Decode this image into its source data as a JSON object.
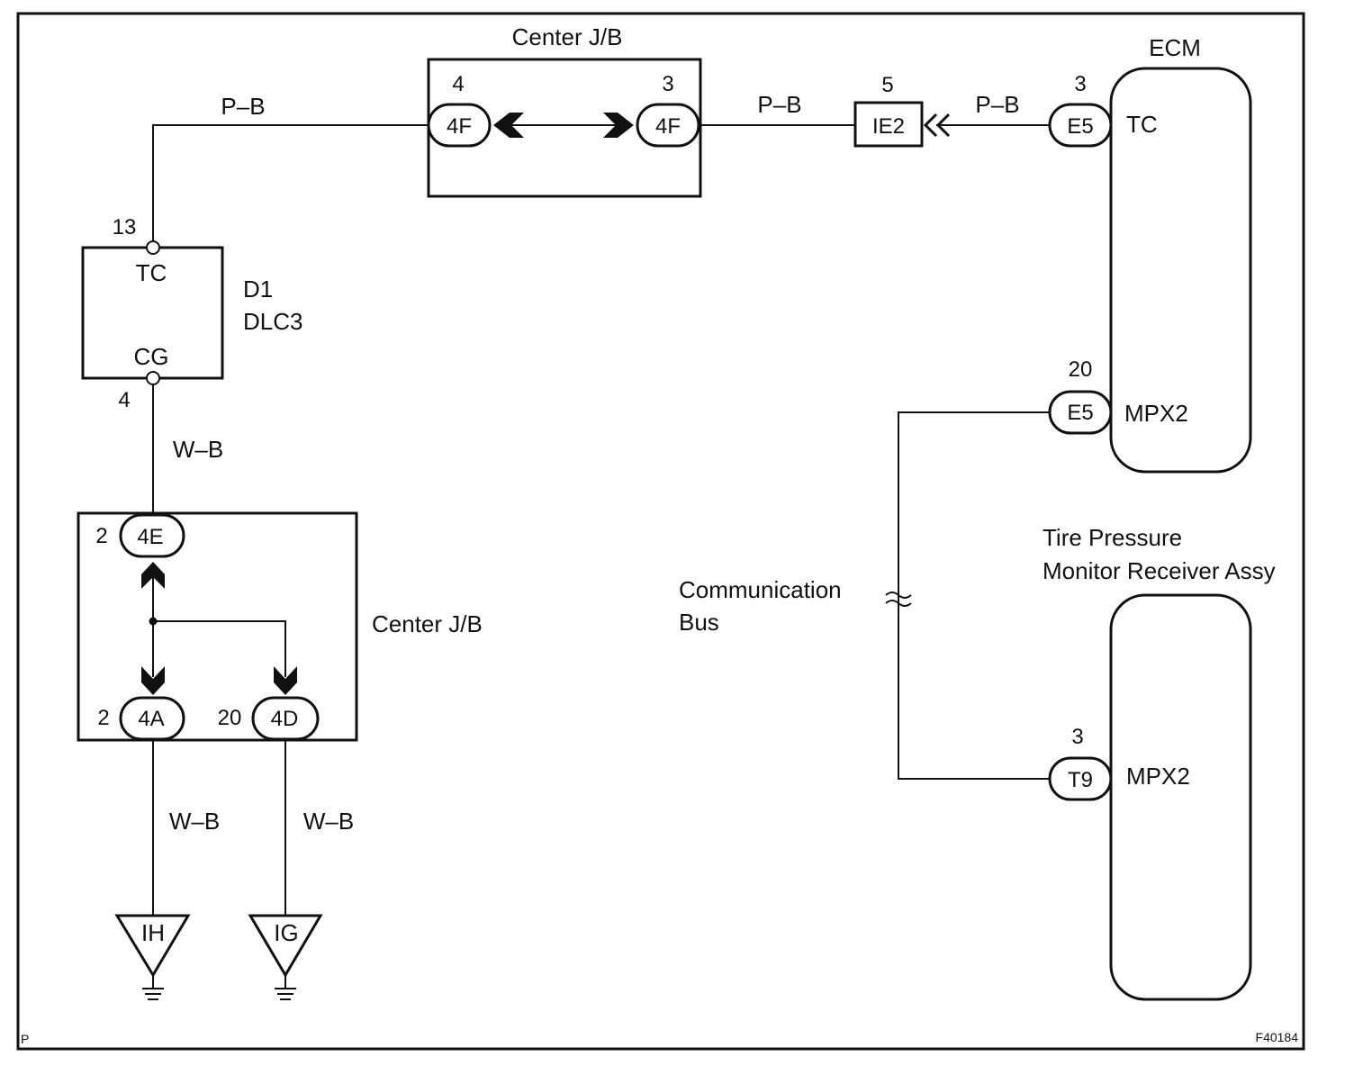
{
  "diagram": {
    "corner_left": "P",
    "figure_id": "F40184",
    "center_jb_top": {
      "title": "Center J/B",
      "left_pin": "4",
      "left_conn": "4F",
      "right_pin": "3",
      "right_conn": "4F"
    },
    "wire_pb_left": "P–B",
    "wire_pb_mid": "P–B",
    "wire_pb_right": "P–B",
    "junction_ie2": {
      "pin": "5",
      "label": "IE2"
    },
    "ecm": {
      "title": "ECM",
      "tc_pin": "3",
      "tc_conn": "E5",
      "tc_label": "TC",
      "mpx_pin": "20",
      "mpx_conn": "E5",
      "mpx_label": "MPX2"
    },
    "dlc3": {
      "line1": "D1",
      "line2": "DLC3",
      "tc_pin": "13",
      "tc_label": "TC",
      "cg_label": "CG",
      "cg_pin": "4"
    },
    "wire_wb_upper": "W–B",
    "center_jb_bottom": {
      "title": "Center J/B",
      "top_pin": "2",
      "top_conn": "4E",
      "left_pin": "2",
      "left_conn": "4A",
      "right_pin": "20",
      "right_conn": "4D"
    },
    "wire_wb_lower_left": "W–B",
    "wire_wb_lower_right": "W–B",
    "ground_ih": "IH",
    "ground_ig": "IG",
    "comm_bus": {
      "line1": "Communication",
      "line2": "Bus"
    },
    "receiver": {
      "title_line1": "Tire Pressure",
      "title_line2": "Monitor Receiver Assy",
      "pin": "3",
      "conn": "T9",
      "label": "MPX2"
    }
  }
}
